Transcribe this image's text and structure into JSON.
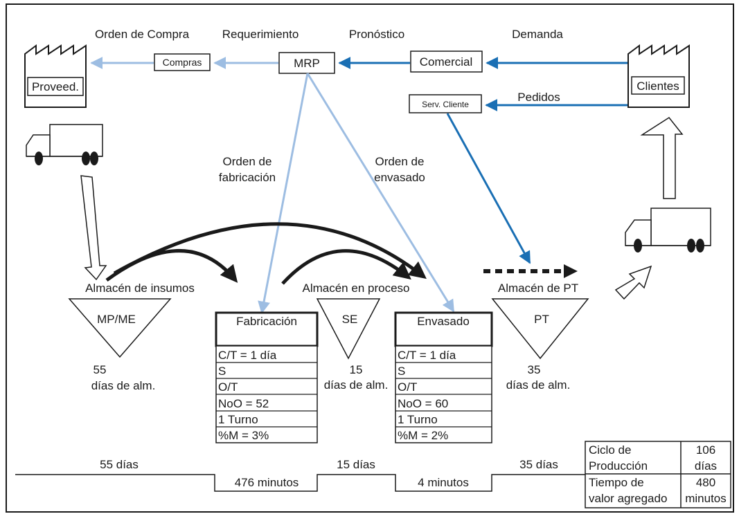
{
  "flow_labels": {
    "orden_compra": "Orden de Compra",
    "requerimiento": "Requerimiento",
    "pronostico": "Pronóstico",
    "demanda": "Demanda",
    "pedidos": "Pedidos",
    "orden_fabricacion_1": "Orden de",
    "orden_fabricacion_2": "fabricación",
    "orden_envasado_1": "Orden de",
    "orden_envasado_2": "envasado"
  },
  "nodes": {
    "proveedor": "Proveed.",
    "compras": "Compras",
    "mrp": "MRP",
    "comercial": "Comercial",
    "serv_cliente": "Serv. Cliente",
    "clientes": "Clientes"
  },
  "inventories": [
    {
      "area": "Almacén de insumos",
      "code": "MP/ME",
      "days": "55",
      "unit": "días de alm."
    },
    {
      "area": "Almacén en proceso",
      "code": "SE",
      "days": "15",
      "unit": "días de alm."
    },
    {
      "area": "Almacén de PT",
      "code": "PT",
      "days": "35",
      "unit": "días de alm."
    }
  ],
  "processes": [
    {
      "name": "Fabricación",
      "rows": [
        "C/T = 1 día",
        "S",
        "O/T",
        "NoO = 52",
        "1 Turno",
        "%M = 3%"
      ]
    },
    {
      "name": "Envasado",
      "rows": [
        "C/T = 1 día",
        "S",
        "O/T",
        "NoO = 60",
        "1 Turno",
        "%M = 2%"
      ]
    }
  ],
  "timeline": {
    "wait_1": "55 días",
    "proc_1": "476 minutos",
    "wait_2": "15 días",
    "proc_2": "4 minutos",
    "wait_3": "35 días"
  },
  "summary": {
    "ciclo_label_1": "Ciclo de",
    "ciclo_label_2": "Producción",
    "ciclo_value_1": "106",
    "ciclo_value_2": "días",
    "tiempo_label_1": "Tiempo de",
    "tiempo_label_2": "valor agregado",
    "tiempo_value_1": "480",
    "tiempo_value_2": "minutos"
  },
  "colors": {
    "light_flow": "#9dbde2",
    "dark_flow": "#1a6fb4",
    "ink": "#1a1a1a"
  }
}
